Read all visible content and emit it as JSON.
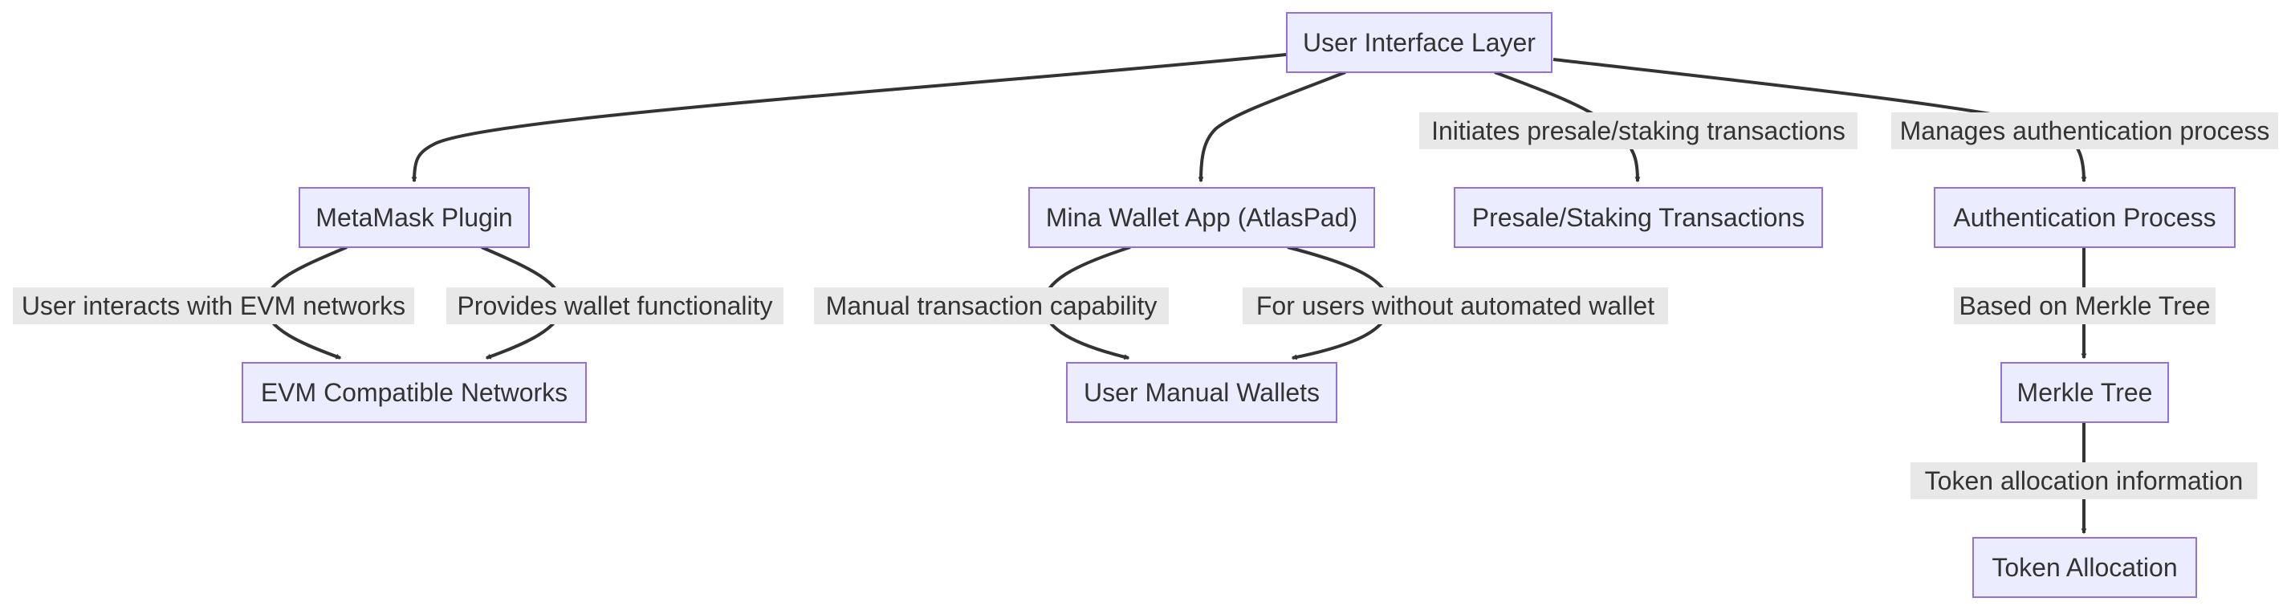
{
  "diagram": {
    "nodes": {
      "ui": "User Interface Layer",
      "metamask": "MetaMask Plugin",
      "mina": "Mina Wallet App (AtlasPad)",
      "presale": "Presale/Staking Transactions",
      "auth": "Authentication Process",
      "evm": "EVM Compatible Networks",
      "manual": "User Manual Wallets",
      "merkle": "Merkle Tree",
      "token": "Token Allocation"
    },
    "edges": {
      "ui_presale": "Initiates presale/staking transactions",
      "ui_auth": "Manages authentication process",
      "mm_evm_1": "User interacts with EVM networks",
      "mm_evm_2": "Provides wallet functionality",
      "mina_manual_1": "Manual transaction capability",
      "mina_manual_2": "For users without automated wallet",
      "auth_merkle": "Based on Merkle Tree",
      "merkle_token": "Token allocation information"
    }
  }
}
